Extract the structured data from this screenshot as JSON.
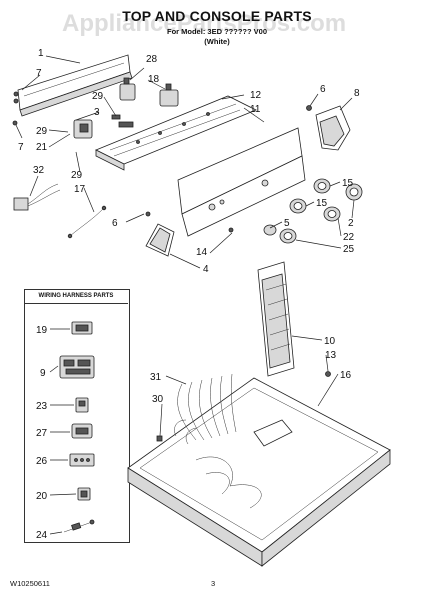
{
  "header": {
    "title": "TOP AND CONSOLE PARTS",
    "subtitle_line1": "For Model: 3ED ?????? V00",
    "subtitle_line2": "(White)",
    "watermark": "AppliancePartsPros.com"
  },
  "wiring_harness": {
    "title": "WIRING HARNESS PARTS",
    "items": [
      "19",
      "9",
      "23",
      "27",
      "26",
      "20",
      "24"
    ]
  },
  "callouts": {
    "c1": "1",
    "c7a": "7",
    "c7b": "7",
    "c28": "28",
    "c18": "18",
    "c12": "12",
    "c11": "11",
    "c29a": "29",
    "c29b": "29",
    "c29c": "29",
    "c3": "3",
    "c21": "21",
    "c32": "32",
    "c17": "17",
    "c6a": "6",
    "c6b": "6",
    "c8": "8",
    "c15a": "15",
    "c15b": "15",
    "c5": "5",
    "c2": "2",
    "c22": "22",
    "c25": "25",
    "c14": "14",
    "c4": "4",
    "c10": "10",
    "c13": "13",
    "c16": "16",
    "c31": "31",
    "c30": "30"
  },
  "footer": {
    "doc_number": "W10250611",
    "page_number": "3"
  }
}
